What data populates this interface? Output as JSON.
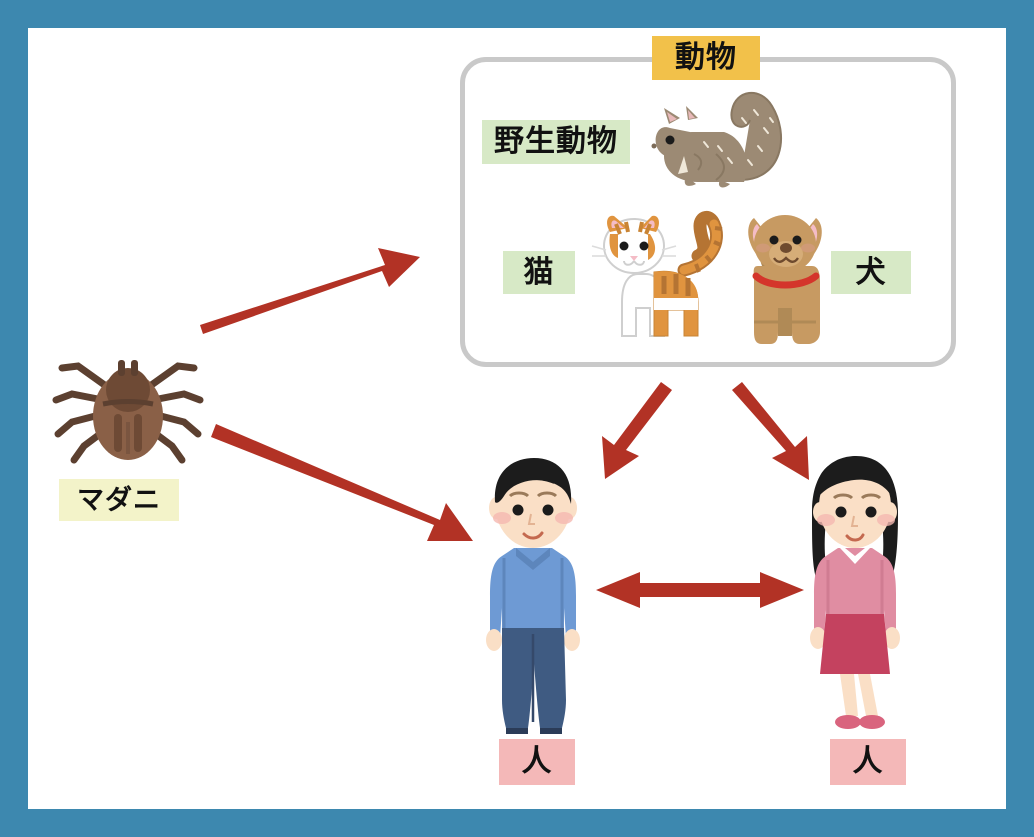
{
  "figure": {
    "type": "transmission-cycle-diagram",
    "frame_color": "#3d88af",
    "background_color": "#ffffff",
    "arrow_color": "#b23225",
    "group_box_border_color": "#c9c9c9"
  },
  "labels": {
    "animal_group": {
      "text": "動物",
      "background": "#f2c14a"
    },
    "wild_animal": {
      "text": "野生動物",
      "background": "#d7e9c6"
    },
    "cat": {
      "text": "猫",
      "background": "#d7e9c6"
    },
    "dog": {
      "text": "犬",
      "background": "#d7e9c6"
    },
    "tick": {
      "text": "マダニ",
      "background": "#f3f3c9"
    },
    "person_left": {
      "text": "人",
      "background": "#f4b8b8"
    },
    "person_right": {
      "text": "人",
      "background": "#f4b8b8"
    }
  },
  "illustrations": [
    {
      "name": "tick-illustration",
      "subject": "マダニ",
      "colors": [
        "#8a6047",
        "#5c4030"
      ]
    },
    {
      "name": "squirrel-illustration",
      "subject": "野生動物 (リス)",
      "colors": [
        "#9c8a74",
        "#7d6c59"
      ]
    },
    {
      "name": "cat-illustration",
      "subject": "猫",
      "colors": [
        "#e0943f",
        "#ffffff"
      ]
    },
    {
      "name": "dog-illustration",
      "subject": "犬",
      "colors": [
        "#c79a62",
        "#d4352b"
      ]
    },
    {
      "name": "man-illustration",
      "subject": "人 (男性)",
      "colors": [
        "#6e9ad4",
        "#3f5b82",
        "#1c1c1c"
      ]
    },
    {
      "name": "woman-illustration",
      "subject": "人 (女性)",
      "colors": [
        "#e08da2",
        "#c4425f",
        "#1c1c1c"
      ]
    }
  ],
  "arrows": [
    {
      "name": "tick-to-animals",
      "from": "マダニ",
      "to": "動物",
      "direction": "one-way"
    },
    {
      "name": "tick-to-person",
      "from": "マダニ",
      "to": "人",
      "direction": "one-way"
    },
    {
      "name": "animals-to-person-left",
      "from": "動物",
      "to": "人",
      "direction": "one-way"
    },
    {
      "name": "animals-to-person-right",
      "from": "動物",
      "to": "人",
      "direction": "one-way"
    },
    {
      "name": "person-to-person",
      "from": "人",
      "to": "人",
      "direction": "two-way"
    }
  ]
}
